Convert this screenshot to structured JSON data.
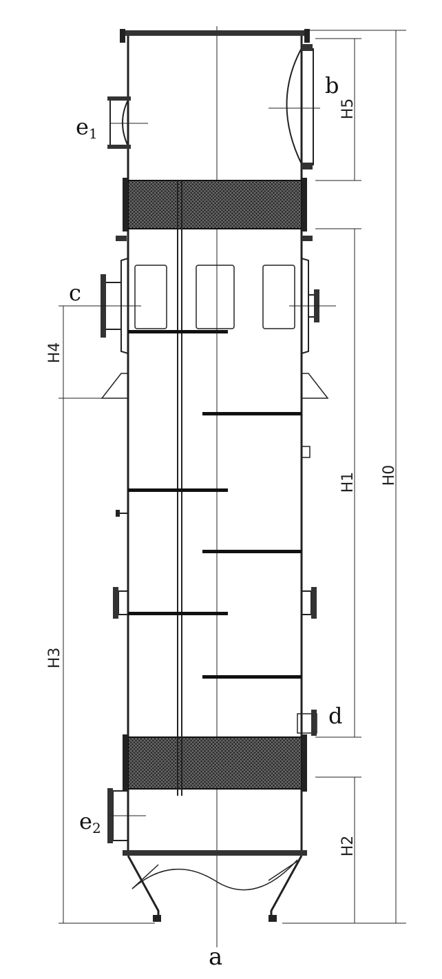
{
  "labels": {
    "a": "a",
    "b": "b",
    "c": "c",
    "d": "d",
    "e1_main": "e",
    "e1_sub": "1",
    "e2_main": "e",
    "e2_sub": "2"
  },
  "dimensions": {
    "H0": "H0",
    "H1": "H1",
    "H2": "H2",
    "H3": "H3",
    "H4": "H4",
    "H5": "H5"
  },
  "colors": {
    "line": "#222222",
    "background": "#ffffff"
  }
}
